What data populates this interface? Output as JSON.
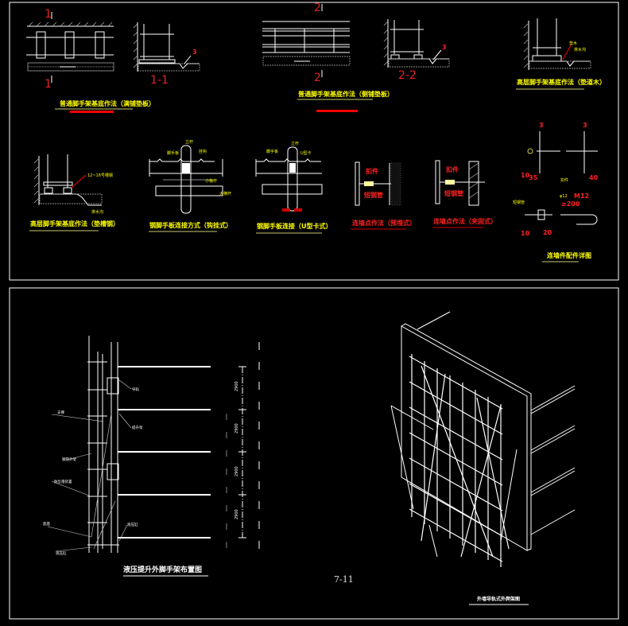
{
  "top_panel": {
    "section_marks": {
      "one": "1",
      "one_one": "1-1",
      "two": "2",
      "two_two": "2-2",
      "callout": "3"
    },
    "titles": [
      "普通脚手架基底作法（满铺垫板）",
      "普通脚手架基底作法（侧铺垫板）",
      "高层脚手架基底作法（垫道木）",
      "高层脚手架基底作法（垫槽钢）",
      "钢脚手板连接方式（钩挂式）",
      "钢脚手板连接（U型卡式）",
      "连墙点作法（预埋式）",
      "连墙点作法（夹固式）",
      "连墙件配件详图"
    ],
    "annotations": {
      "upright": "立杆",
      "board": "脚手板",
      "small_ledger": "小横杆",
      "large_ledger": "大横杆",
      "hook": "挂钩",
      "u_clip": "U型卡",
      "channel": "12~16号槽钢",
      "pad": "垫木",
      "drain": "排水沟",
      "fastener": "扣件",
      "short_tube": "短钢管",
      "dims": [
        "10",
        "35",
        "40",
        "10",
        "20",
        "≥200",
        "M12",
        "φ12"
      ]
    },
    "colors": {
      "title": "#ffff00",
      "red_title": "#ff2020",
      "section_mark": "#e02020",
      "lines": "#ffffff"
    }
  },
  "bottom_panel": {
    "left_title": "液压提升外脚手架布置图",
    "left_dims": [
      "2900",
      "2900",
      "2900",
      "2900"
    ],
    "left_labels": [
      "导轨",
      "提升架",
      "支撑",
      "钢管外架",
      "防坠落装置",
      "底座",
      "液压缸"
    ],
    "page_number": "7-11",
    "right_title": "外墙导轨式外爬架图"
  }
}
